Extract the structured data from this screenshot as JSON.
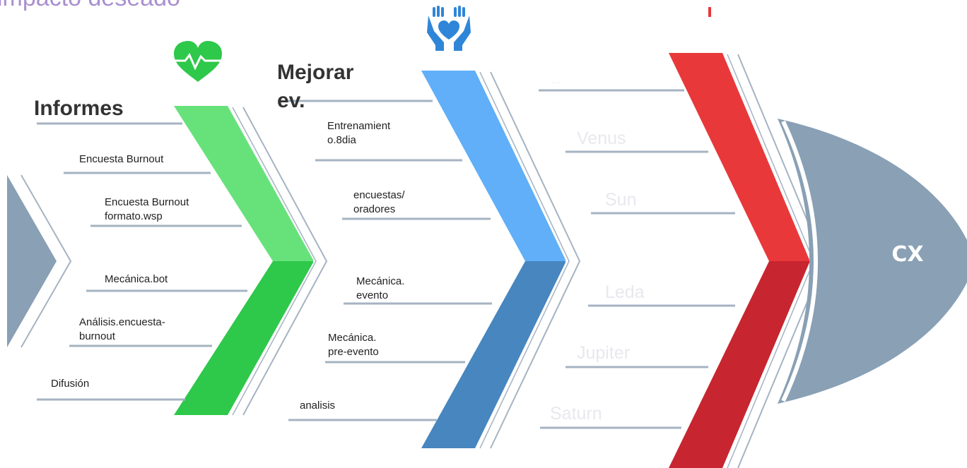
{
  "top_title": "impacto deseado",
  "head_label": "CX",
  "colors": {
    "green_light": "#67e27a",
    "green_dark": "#2ec84a",
    "blue_light": "#60aff8",
    "blue_dark": "#4786bf",
    "red_light": "#e9383a",
    "red_dark": "#c7252f",
    "gray": "#89a0b5",
    "line": "#a5b3c2"
  },
  "categories": [
    {
      "title_lines": [
        "Informes"
      ],
      "icon": "heartbeat-icon",
      "items": [
        {
          "lines": [
            "Encuesta Burnout"
          ]
        },
        {
          "lines": [
            "Encuesta Burnout",
            "formato.wsp"
          ]
        },
        {
          "lines": [
            "Mecánica.bot"
          ]
        },
        {
          "lines": [
            "Análisis.encuesta-",
            "burnout"
          ]
        },
        {
          "lines": [
            "Difusión"
          ]
        }
      ]
    },
    {
      "title_lines": [
        "Mejorar",
        "ev."
      ],
      "icon": "hands-heart-icon",
      "items": [
        {
          "lines": [
            "Entrenamient",
            "o.8dia"
          ]
        },
        {
          "lines": [
            "encuestas/",
            "oradores"
          ]
        },
        {
          "lines": [
            "Mecánica.",
            "evento"
          ]
        },
        {
          "lines": [
            "Mecánica.",
            "pre-evento"
          ]
        },
        {
          "lines": [
            "analisis"
          ]
        }
      ]
    },
    {
      "title_lines": [],
      "icon": "red-mark-icon",
      "items": [
        {
          "lines": [
            "..."
          ]
        },
        {
          "lines": [
            "Venus"
          ]
        },
        {
          "lines": [
            "Sun"
          ]
        },
        {
          "lines": [
            "Leda"
          ]
        },
        {
          "lines": [
            "Jupiter"
          ]
        },
        {
          "lines": [
            "Saturn"
          ]
        }
      ]
    }
  ]
}
